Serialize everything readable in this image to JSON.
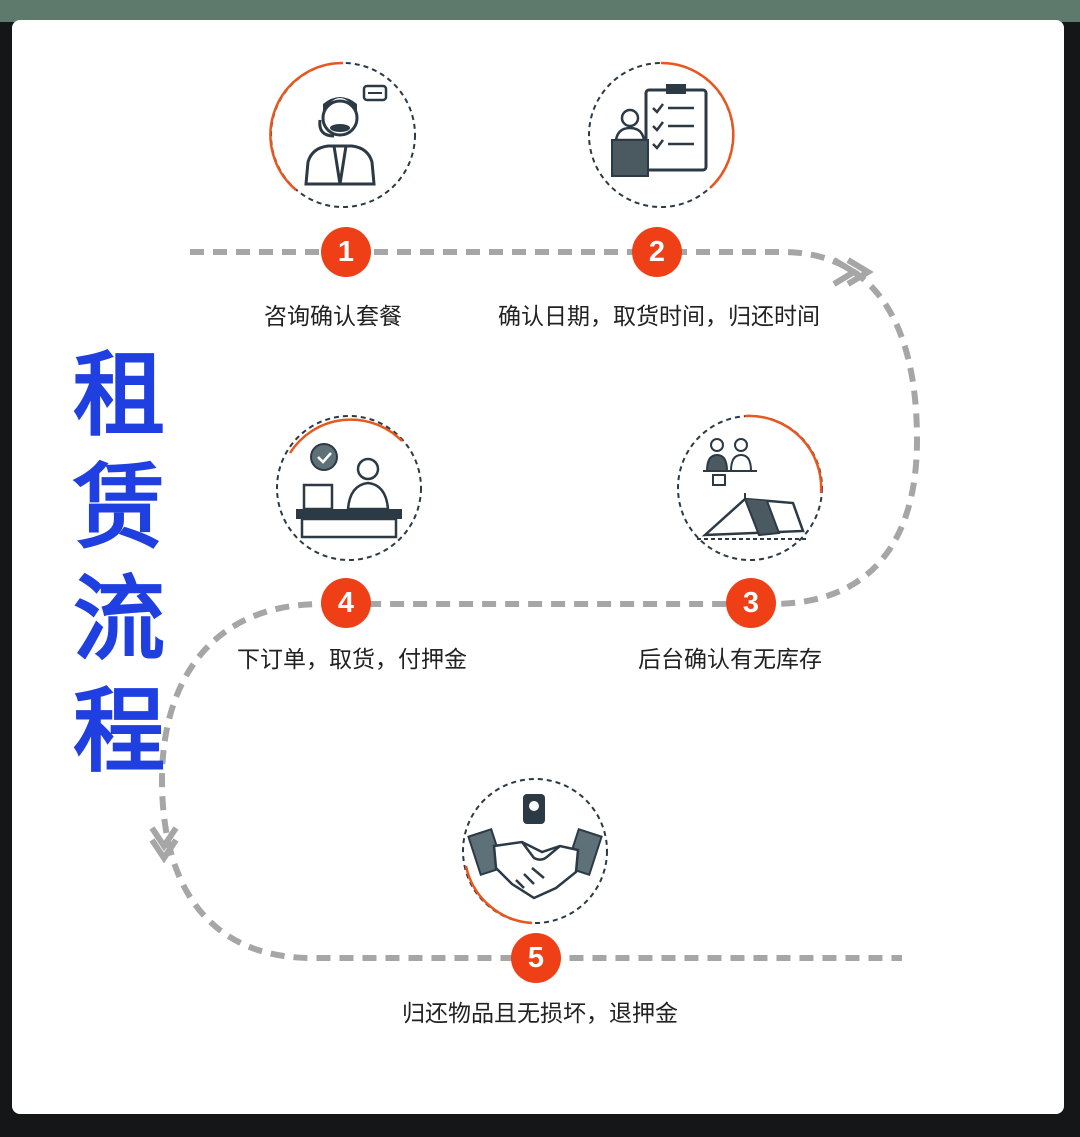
{
  "title_chars": [
    "租",
    "赁",
    "流",
    "程"
  ],
  "steps": [
    {
      "number": "1",
      "label": "咨询确认套餐",
      "icon": "customer-service-icon"
    },
    {
      "number": "2",
      "label": "确认日期，取货时间，归还时间",
      "icon": "checklist-icon"
    },
    {
      "number": "3",
      "label": "后台确认有无库存",
      "icon": "tent-stock-icon"
    },
    {
      "number": "4",
      "label": "下订单，取货，付押金",
      "icon": "order-desk-icon"
    },
    {
      "number": "5",
      "label": "归还物品且无损坏，退押金",
      "icon": "handshake-icon"
    }
  ],
  "colors": {
    "title": "#1f3fe0",
    "badge": "#ef3f17",
    "dash": "#a6a6a6",
    "icon": "#2b3a44",
    "ring_accent": "#e8571e"
  }
}
